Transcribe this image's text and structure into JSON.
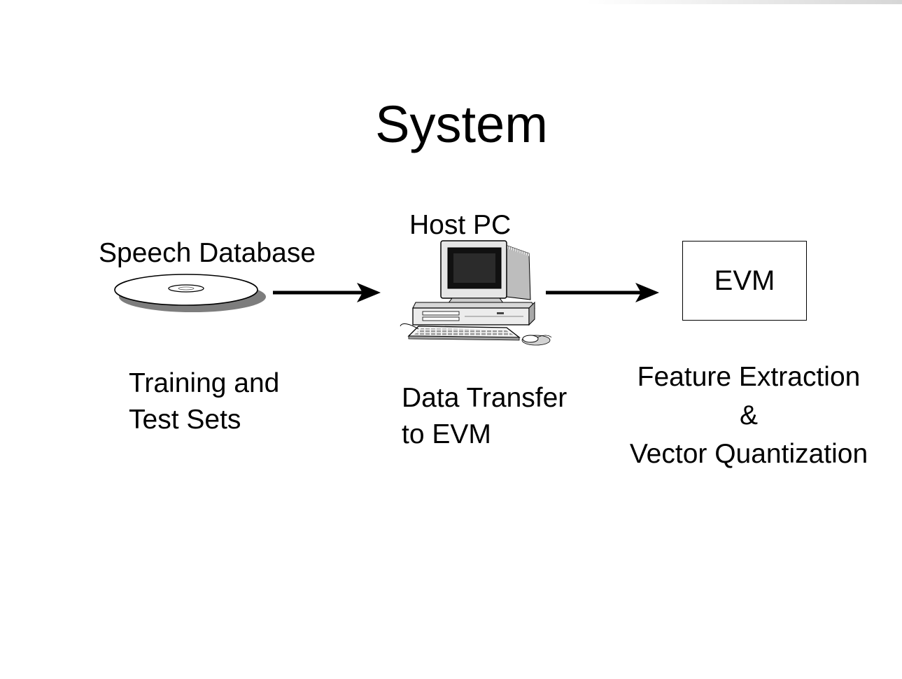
{
  "slide": {
    "title": "System"
  },
  "nodes": {
    "speech_database": {
      "label": "Speech Database",
      "caption": [
        "Training and",
        "Test Sets"
      ],
      "icon": "cd-disc-icon"
    },
    "host_pc": {
      "label": "Host PC",
      "caption": [
        "Data Transfer",
        "to EVM"
      ],
      "icon": "desktop-computer-icon"
    },
    "evm": {
      "label": "EVM",
      "caption": [
        "Feature Extraction",
        "&",
        "Vector Quantization"
      ]
    }
  }
}
